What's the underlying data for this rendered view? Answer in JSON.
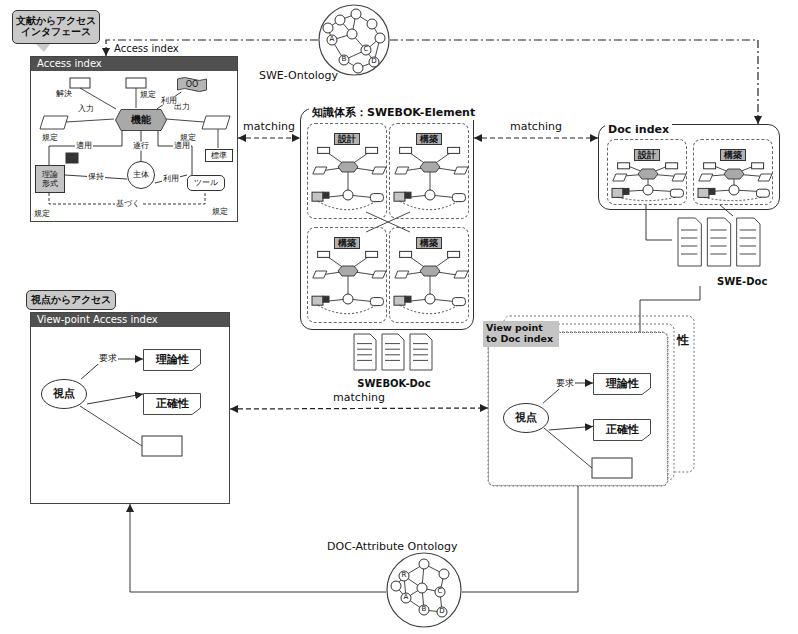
{
  "diagram": {
    "nodes": [
      {
        "text": [
          "SWE-Ontology"
        ]
      },
      {
        "text": [
          "文献からアクセス インタフェース"
        ]
      },
      {
        "text": [
          "Access index"
        ]
      },
      {
        "text": [
          "OO"
        ],
        "in": 2
      },
      {
        "text": [
          "機能"
        ],
        "in": 2
      },
      {
        "text": [
          "標準"
        ],
        "in": 2
      },
      {
        "text": [
          "理論 形式"
        ],
        "in": 2
      },
      {
        "text": [
          "主体"
        ],
        "in": 2
      },
      {
        "text": [
          "ツール"
        ],
        "in": 2
      },
      {
        "text": [
          "知識体系：SWEBOK-Element"
        ]
      },
      {
        "text": [
          "設計"
        ],
        "in": 9
      },
      {
        "text": [
          "構築"
        ],
        "in": 9
      },
      {
        "text": [
          "構築"
        ],
        "in": 9
      },
      {
        "text": [
          "構築"
        ],
        "in": 9
      },
      {
        "text": [
          "SWEBOK-Doc"
        ]
      },
      {
        "text": [
          "Doc index"
        ]
      },
      {
        "text": [
          "設計"
        ],
        "in": 15
      },
      {
        "text": [
          "構築"
        ],
        "in": 15
      },
      {
        "text": [
          "SWE-Doc"
        ]
      },
      {
        "text": [
          "視点からアクセス"
        ]
      },
      {
        "text": [
          "View-point Access index"
        ]
      },
      {
        "text": [
          "視点"
        ],
        "in": 20
      },
      {
        "text": [
          "理論性"
        ],
        "in": 20
      },
      {
        "text": [
          "正確性"
        ],
        "in": 20
      },
      {
        "text": [
          "View point to Doc index"
        ]
      },
      {
        "text": [
          "視点"
        ],
        "in": 24
      },
      {
        "text": [
          "理論性"
        ],
        "in": 24
      },
      {
        "text": [
          "正確性"
        ],
        "in": 24
      },
      {
        "text": [
          "DOC-Attribute Ontology"
        ]
      }
    ],
    "edges": [
      {
        "from": 0,
        "to": 2,
        "arrow": "to"
      },
      {
        "from": 0,
        "to": 15,
        "arrow": "to"
      },
      {
        "from": 2,
        "to": 9,
        "label": "matching",
        "arrow": "both"
      },
      {
        "from": 9,
        "to": 15,
        "label": "matching",
        "arrow": "both"
      },
      {
        "from": 4,
        "to": 3,
        "label": "利用",
        "arrow": "none"
      },
      {
        "from": 4,
        "to": 7,
        "label": "遂行",
        "arrow": "none"
      },
      {
        "from": 4,
        "to": 6,
        "label": "適用",
        "arrow": "none"
      },
      {
        "from": 4,
        "to": 8,
        "label": "適用",
        "arrow": "none"
      },
      {
        "from": 7,
        "to": 6,
        "label": "保持",
        "arrow": "none"
      },
      {
        "from": 7,
        "to": 8,
        "label": "利用",
        "arrow": "none"
      },
      {
        "from": 6,
        "to": 8,
        "label": "基づく",
        "arrow": "none"
      },
      {
        "from": 16,
        "to": 18,
        "arrow": "none"
      },
      {
        "from": 17,
        "to": 18,
        "arrow": "none"
      },
      {
        "from": 18,
        "to": 24,
        "arrow": "none"
      },
      {
        "from": 20,
        "to": 24,
        "label": "matching",
        "arrow": "both"
      },
      {
        "from": 21,
        "to": 22,
        "label": "要求",
        "arrow": "to"
      },
      {
        "from": 21,
        "to": 23,
        "arrow": "to"
      },
      {
        "from": 25,
        "to": 26,
        "label": "要求",
        "arrow": "to"
      },
      {
        "from": 25,
        "to": 27,
        "arrow": "to"
      },
      {
        "from": 24,
        "to": 28,
        "arrow": "none"
      },
      {
        "from": 28,
        "to": 20,
        "arrow": "to"
      }
    ],
    "labels": [
      "Access index",
      "解決",
      "規定",
      "入力",
      "規定",
      "出力",
      "規定",
      "規定",
      "規定",
      "A",
      "B",
      "C",
      "D",
      "性",
      "R",
      "A",
      "B",
      "C",
      "D"
    ]
  }
}
